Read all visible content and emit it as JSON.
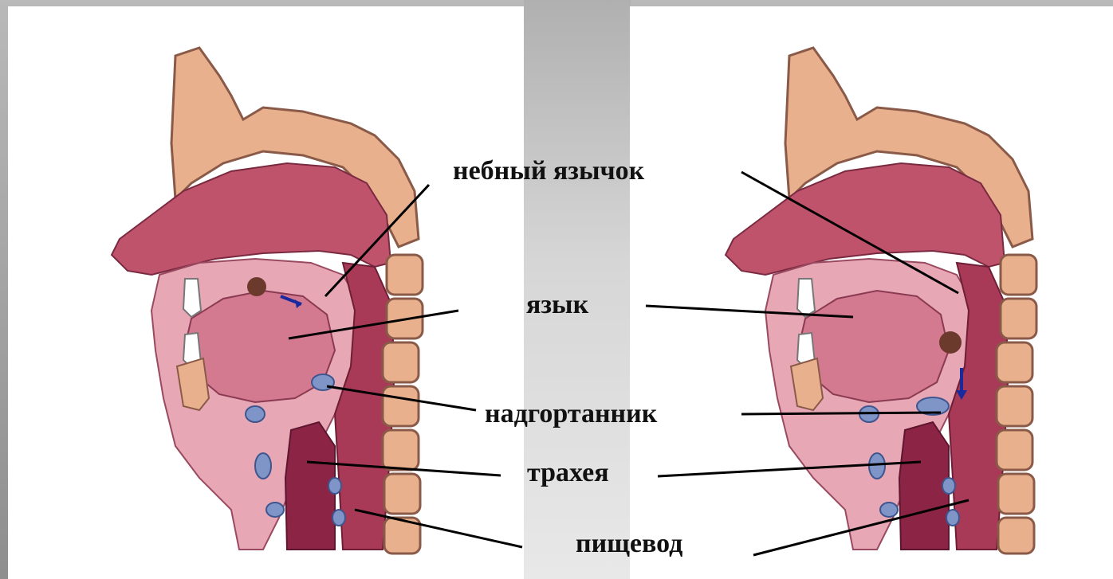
{
  "labels": {
    "uvula": "небный язычок",
    "tongue": "язык",
    "epiglottis": "надгортанник",
    "trachea": "трахея",
    "esophagus": "пищевод"
  },
  "colors": {
    "bone": "#e9b08e",
    "bone_outline": "#8a5a48",
    "tissue": "#c0536c",
    "tissue_light": "#e7a7b4",
    "airway": "#a83a58",
    "cartilage": "#7f95c8",
    "pointer": "#000000",
    "arrow": "#1a2a9c"
  }
}
